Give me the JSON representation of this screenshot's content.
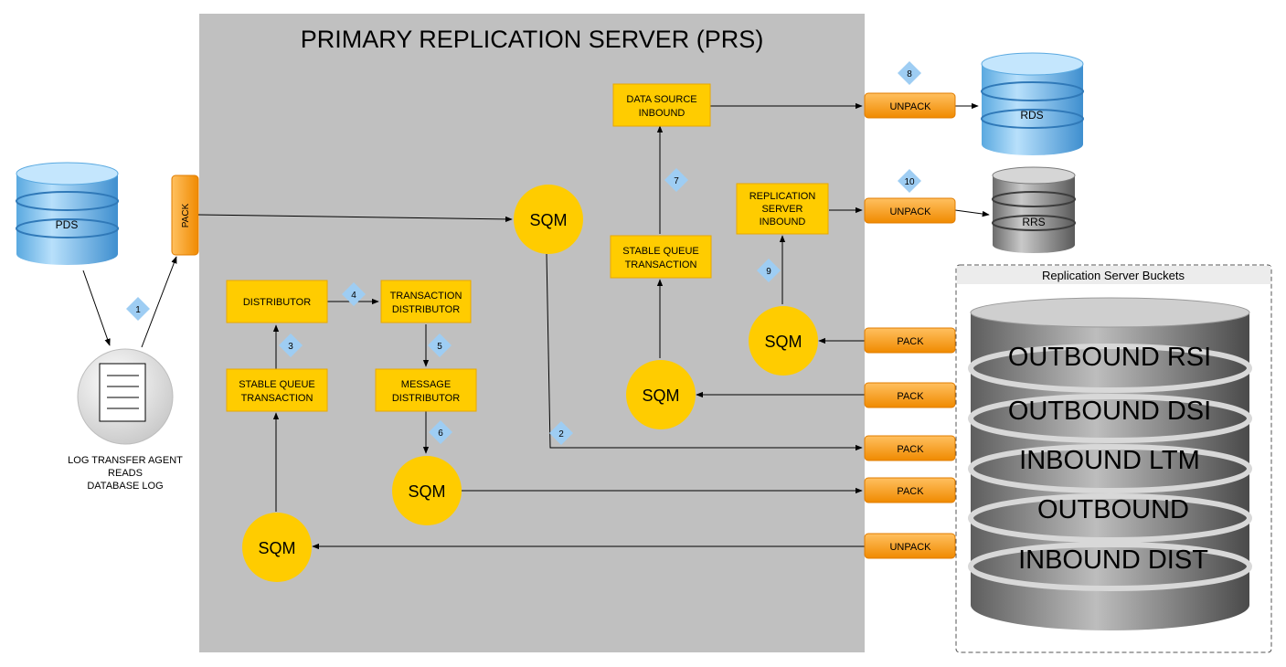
{
  "title": "PRIMARY REPLICATION SERVER (PRS)",
  "colors": {
    "server_bg": "#c0c0c0",
    "box_fill": "#ffcc00",
    "box_stroke": "#e8a800",
    "sqm_fill": "#ffcc00",
    "pack_fill": "#ff9800",
    "badge_fill": "#9ecdf3",
    "db_blue": "#7fc0ec",
    "db_gray": "#8a8a8a"
  },
  "databases": {
    "pds": "PDS",
    "rds": "RDS",
    "rrs": "RRS"
  },
  "log_agent": {
    "line1": "LOG TRANSFER AGENT",
    "line2": "READS",
    "line3": "DATABASE LOG"
  },
  "boxes": {
    "distributor": "DISTRIBUTOR",
    "transaction_distributor": [
      "TRANSACTION",
      "DISTRIBUTOR"
    ],
    "stable_queue_left": [
      "STABLE QUEUE",
      "TRANSACTION"
    ],
    "message_distributor": [
      "MESSAGE",
      "DISTRIBUTOR"
    ],
    "data_source_inbound": [
      "DATA SOURCE",
      "INBOUND"
    ],
    "stable_queue_right": [
      "STABLE QUEUE",
      "TRANSACTION"
    ],
    "replication_server_inbound": [
      "REPLICATION",
      "SERVER",
      "INBOUND"
    ]
  },
  "sqm_label": "SQM",
  "pack_label": "PACK",
  "unpack_label": "UNPACK",
  "steps": [
    "1",
    "2",
    "3",
    "4",
    "5",
    "6",
    "7",
    "8",
    "9",
    "10"
  ],
  "buckets": {
    "title": "Replication Server Buckets",
    "layers": [
      "OUTBOUND RSI",
      "OUTBOUND DSI",
      "INBOUND LTM",
      "OUTBOUND",
      "INBOUND DIST"
    ]
  }
}
